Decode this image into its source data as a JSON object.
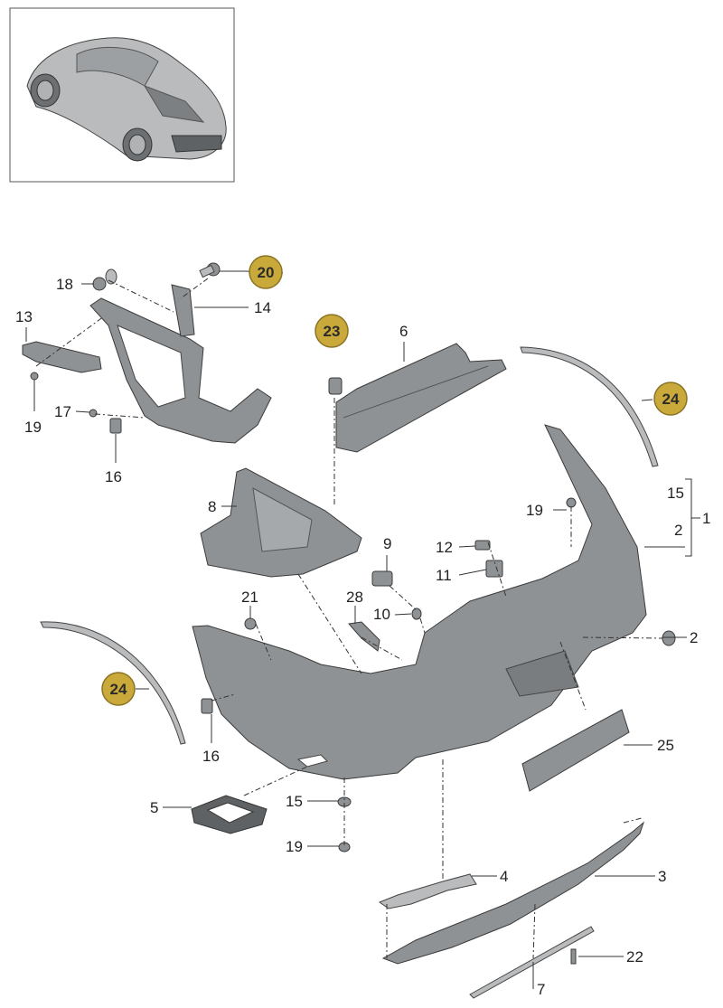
{
  "diagram": {
    "part_labels": [
      {
        "id": "l18",
        "text": "18"
      },
      {
        "id": "l14",
        "text": "14"
      },
      {
        "id": "l13",
        "text": "13"
      },
      {
        "id": "l19a",
        "text": "19"
      },
      {
        "id": "l17",
        "text": "17"
      },
      {
        "id": "l16a",
        "text": "16"
      },
      {
        "id": "l6",
        "text": "6"
      },
      {
        "id": "l8",
        "text": "8"
      },
      {
        "id": "l15a",
        "text": "15"
      },
      {
        "id": "l1",
        "text": "1"
      },
      {
        "id": "l2a",
        "text": "2"
      },
      {
        "id": "l19b",
        "text": "19"
      },
      {
        "id": "l9",
        "text": "9"
      },
      {
        "id": "l12",
        "text": "12"
      },
      {
        "id": "l11",
        "text": "11"
      },
      {
        "id": "l21",
        "text": "21"
      },
      {
        "id": "l28",
        "text": "28"
      },
      {
        "id": "l10",
        "text": "10"
      },
      {
        "id": "l2b",
        "text": "2"
      },
      {
        "id": "l16b",
        "text": "16"
      },
      {
        "id": "l25",
        "text": "25"
      },
      {
        "id": "l5",
        "text": "5"
      },
      {
        "id": "l15b",
        "text": "15"
      },
      {
        "id": "l19c",
        "text": "19"
      },
      {
        "id": "l4",
        "text": "4"
      },
      {
        "id": "l3",
        "text": "3"
      },
      {
        "id": "l22",
        "text": "22"
      },
      {
        "id": "l7",
        "text": "7"
      }
    ],
    "badges": [
      {
        "id": "b20",
        "text": "20"
      },
      {
        "id": "b23",
        "text": "23"
      },
      {
        "id": "b24a",
        "text": "24"
      },
      {
        "id": "b24b",
        "text": "24"
      }
    ],
    "colors": {
      "badge_fill": "#c9a93a",
      "badge_stroke": "#8a7424",
      "part_fill": "#8f9294",
      "line": "#333333"
    }
  }
}
